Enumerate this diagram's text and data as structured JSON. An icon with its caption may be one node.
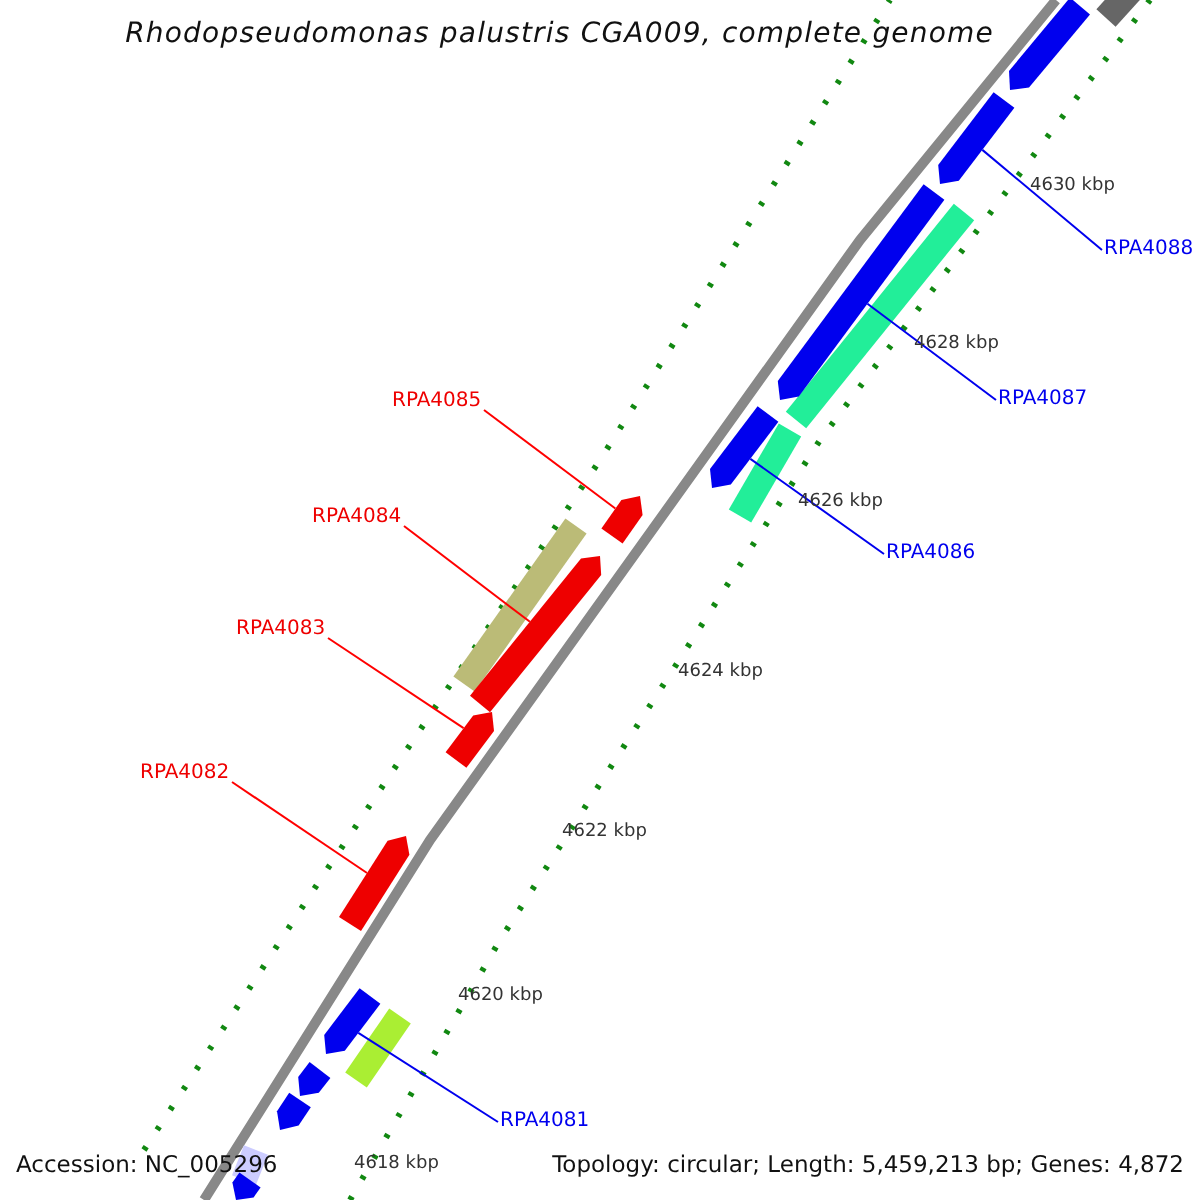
{
  "diagram": {
    "title": "Rhodopseudomonas palustris CGA009, complete genome",
    "nodes": [
      {
        "text": [
          "RPA4088"
        ]
      },
      {
        "text": [
          "RPA4087"
        ]
      },
      {
        "text": [
          "RPA4085"
        ]
      },
      {
        "text": [
          "RPA4084"
        ]
      },
      {
        "text": [
          "RPA4086"
        ]
      },
      {
        "text": [
          "RPA4083"
        ]
      },
      {
        "text": [
          "RPA4082"
        ]
      },
      {
        "text": [
          "RPA4081"
        ]
      },
      {
        "text": [],
        "shape": "bar"
      },
      {
        "text": [],
        "shape": "pentagon"
      },
      {
        "text": [],
        "shape": "pentagon"
      },
      {
        "text": [],
        "shape": "bar"
      },
      {
        "text": [],
        "shape": "pentagon"
      },
      {
        "text": [],
        "shape": "bar"
      },
      {
        "text": [],
        "shape": "pentagon"
      },
      {
        "text": [],
        "shape": "pentagon"
      },
      {
        "text": [],
        "shape": "bar"
      },
      {
        "text": [],
        "shape": "pentagon"
      },
      {
        "text": [],
        "shape": "pentagon"
      },
      {
        "text": [],
        "shape": "pentagon"
      },
      {
        "text": [],
        "shape": "pentagon"
      },
      {
        "text": [],
        "shape": "bar"
      },
      {
        "text": [],
        "shape": "pentagon"
      },
      {
        "text": [],
        "shape": "pentagon"
      },
      {
        "text": [],
        "shape": "bar"
      },
      {
        "text": [],
        "shape": "pentagon"
      }
    ],
    "edges": [
      {
        "from": 0,
        "to": 10,
        "arrow": "none"
      },
      {
        "from": 1,
        "to": 12,
        "arrow": "none"
      },
      {
        "from": 2,
        "to": 15,
        "arrow": "none",
        "color": "#ff0000"
      },
      {
        "from": 3,
        "to": 17,
        "arrow": "none",
        "color": "#ff0000"
      },
      {
        "from": 4,
        "to": 14,
        "arrow": "none"
      },
      {
        "from": 5,
        "to": 18,
        "arrow": "none",
        "color": "#ff0000"
      },
      {
        "from": 6,
        "to": 19,
        "arrow": "none",
        "color": "#ff0000"
      },
      {
        "from": 7,
        "to": 20,
        "arrow": "none"
      }
    ],
    "labels": [
      "4630 kbp",
      "4628 kbp",
      "4626 kbp",
      "4624 kbp",
      "4622 kbp",
      "4620 kbp",
      "4618 kbp",
      "Accession: NC_005296",
      "Topology: circular; Length: 5,459,213 bp; Genes: 4,872"
    ]
  }
}
